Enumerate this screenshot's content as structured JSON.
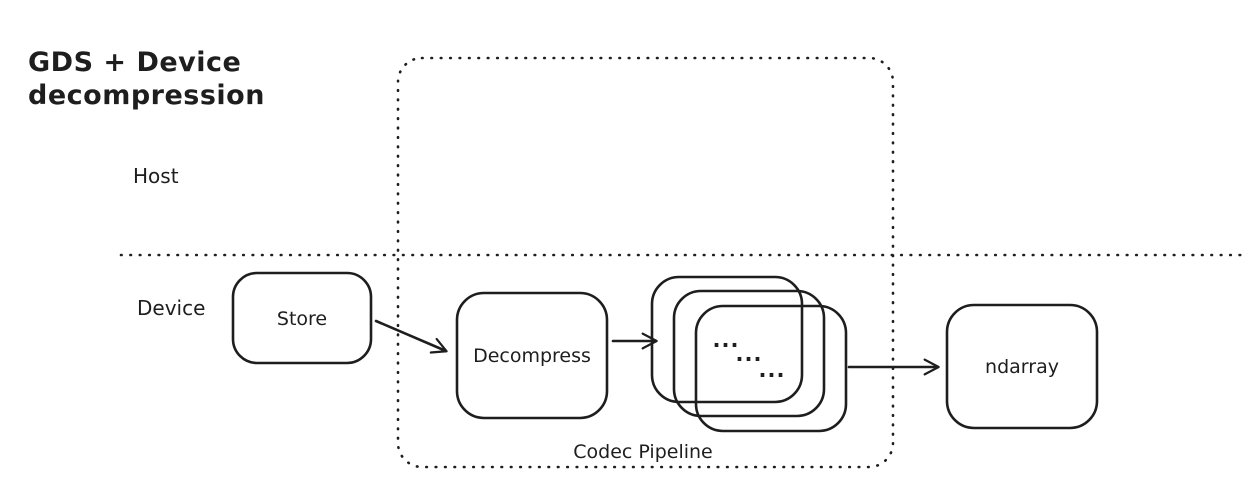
{
  "diagram": {
    "title_line1": "GDS + Device",
    "title_line2": "decompression",
    "zones": {
      "host_label": "Host",
      "device_label": "Device"
    },
    "boundary": {
      "codec_pipeline_label": "Codec Pipeline"
    },
    "nodes": {
      "store": "Store",
      "decompress": "Decompress",
      "ndarray": "ndarray"
    },
    "stack_dots": [
      "...",
      "...",
      "..."
    ],
    "edges": [
      {
        "from": "Store",
        "to": "Decompress"
      },
      {
        "from": "Decompress",
        "to": "codec-stack"
      },
      {
        "from": "codec-stack",
        "to": "ndarray"
      }
    ],
    "colors": {
      "stroke": "#1e1e1e",
      "background": "#ffffff"
    }
  }
}
